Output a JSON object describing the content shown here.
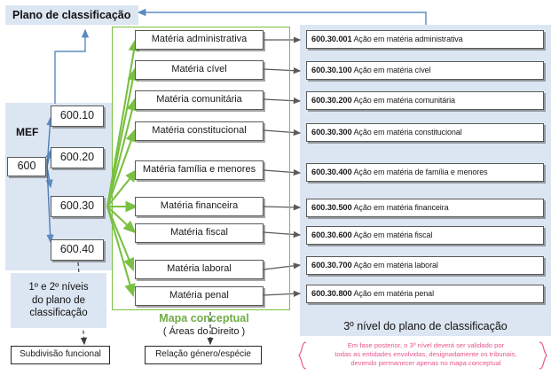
{
  "header": {
    "plan_title": "Plano de classificação"
  },
  "mef": {
    "label": "MEF",
    "root": "600",
    "levels": [
      "600.10",
      "600.20",
      "600.30",
      "600.40"
    ],
    "caption_lines": [
      "1º e 2º níveis",
      "do plano de",
      "classificação"
    ],
    "footer_box": "Subdivisão funcional"
  },
  "conceptual_map": {
    "title": "Mapa conceptual",
    "subtitle": "(  Áreas do Direito  )",
    "footer_box": "Relação género/espécie",
    "subjects": [
      "Matéria administrativa",
      "Matéria cível",
      "Matéria comunitária",
      "Matéria constitucional",
      "Matéria família  e menores",
      "Matéria financeira",
      "Matéria fiscal",
      "Matéria laboral",
      "Matéria penal"
    ]
  },
  "third_level": {
    "caption": "3º nível do plano de classificação",
    "note": "Em fase posterior, o 3º nível deverá ser validado por\ntodas as entidades envolvidas, designadamente os tribunais,\ndevendo permanecer apenas no mapa conceptual",
    "items": [
      {
        "code": "600.30.001",
        "text": "Ação em matéria administrativa"
      },
      {
        "code": "600.30.100",
        "text": "Ação em matéria cível"
      },
      {
        "code": "600.30.200",
        "text": "Ação em matéria comunitária"
      },
      {
        "code": "600.30.300",
        "text": "Ação em matéria constitucional"
      },
      {
        "code": "600.30.400",
        "text": "Ação em matéria de família e menores"
      },
      {
        "code": "600.30.500",
        "text": "Ação em matéria financeira"
      },
      {
        "code": "600.30.600",
        "text": "Ação em matéria fiscal"
      },
      {
        "code": "600.30.700",
        "text": "Ação em matéria laboral"
      },
      {
        "code": "600.30.800",
        "text": "Ação em matéria penal"
      }
    ]
  },
  "colors": {
    "panel_blue": "#dce6f2",
    "green": "#7ac043",
    "green_text": "#70ad47",
    "blue_arrow": "#5b8bc0",
    "red_note": "#e8568f",
    "box_border": "#595959"
  }
}
